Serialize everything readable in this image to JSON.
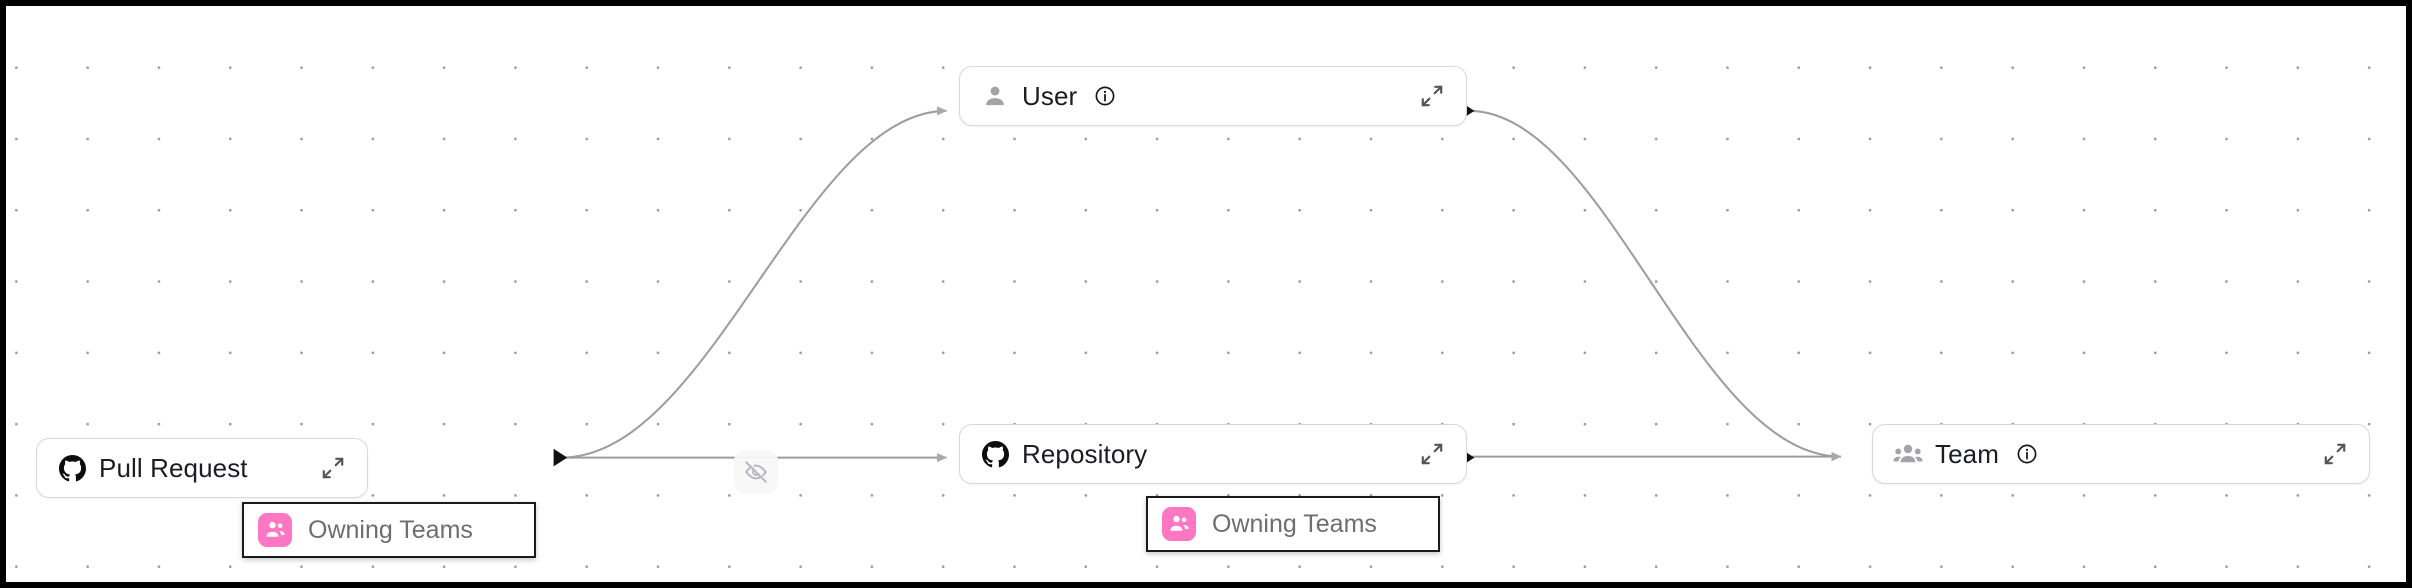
{
  "canvas": {
    "background_color": "#ffffff",
    "grid_dot_color": "#9a9aa0",
    "border_color": "#000000"
  },
  "nodes": [
    {
      "id": "pull-request",
      "label": "Pull Request",
      "leading_icon": "github-icon",
      "has_info_icon": false,
      "expand_icon": "expand-diagonal-icon"
    },
    {
      "id": "user",
      "label": "User",
      "leading_icon": "person-icon",
      "has_info_icon": true,
      "info_icon": "info-circle-icon",
      "expand_icon": "expand-diagonal-icon"
    },
    {
      "id": "repository",
      "label": "Repository",
      "leading_icon": "github-icon",
      "has_info_icon": false,
      "expand_icon": "expand-diagonal-icon"
    },
    {
      "id": "team",
      "label": "Team",
      "leading_icon": "people-group-icon",
      "has_info_icon": true,
      "info_icon": "info-circle-icon",
      "expand_icon": "expand-diagonal-icon"
    }
  ],
  "chips": [
    {
      "id": "owning-teams-pull-request",
      "label": "Owning Teams",
      "icon": "people-group-icon",
      "icon_color": "#ff77c2",
      "border_color": "#1a1a1a",
      "text_color": "#6d6d72"
    },
    {
      "id": "owning-teams-repository",
      "label": "Owning Teams",
      "icon": "people-group-icon",
      "icon_color": "#ff77c2",
      "border_color": "#1a1a1a",
      "text_color": "#6d6d72"
    }
  ],
  "edges": [
    {
      "id": "pull-request-to-user",
      "source": "Pull Request",
      "target": "User",
      "color": "#9c9ca3",
      "style": "curved"
    },
    {
      "id": "pull-request-to-repository",
      "source": "Pull Request",
      "target": "Repository",
      "color": "#9c9ca3",
      "style": "straight",
      "toggle_icon": "eye-off-icon"
    },
    {
      "id": "user-to-team",
      "source": "User",
      "target": "Team",
      "color": "#9c9ca3",
      "style": "curved"
    },
    {
      "id": "repository-to-team",
      "source": "Repository",
      "target": "Team",
      "color": "#9c9ca3",
      "style": "straight"
    }
  ],
  "handles": {
    "source_arrow_color": "#111111",
    "target_arrow_color": "#a8a8af"
  }
}
